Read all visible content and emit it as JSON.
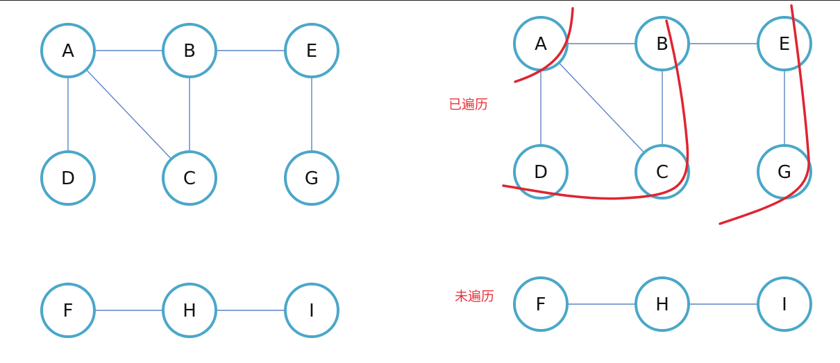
{
  "colors": {
    "node_stroke": "#4aa7c9",
    "edge": "#5b84c4",
    "marker": "#e02431",
    "annotation": "#e8323a"
  },
  "nodes": [
    "A",
    "B",
    "C",
    "D",
    "E",
    "F",
    "G",
    "H",
    "I"
  ],
  "edges": [
    [
      "A",
      "B"
    ],
    [
      "B",
      "E"
    ],
    [
      "A",
      "D"
    ],
    [
      "A",
      "C"
    ],
    [
      "B",
      "C"
    ],
    [
      "E",
      "G"
    ],
    [
      "F",
      "H"
    ],
    [
      "H",
      "I"
    ]
  ],
  "annotations": {
    "visited": "已遍历",
    "unvisited": "未遍历"
  }
}
